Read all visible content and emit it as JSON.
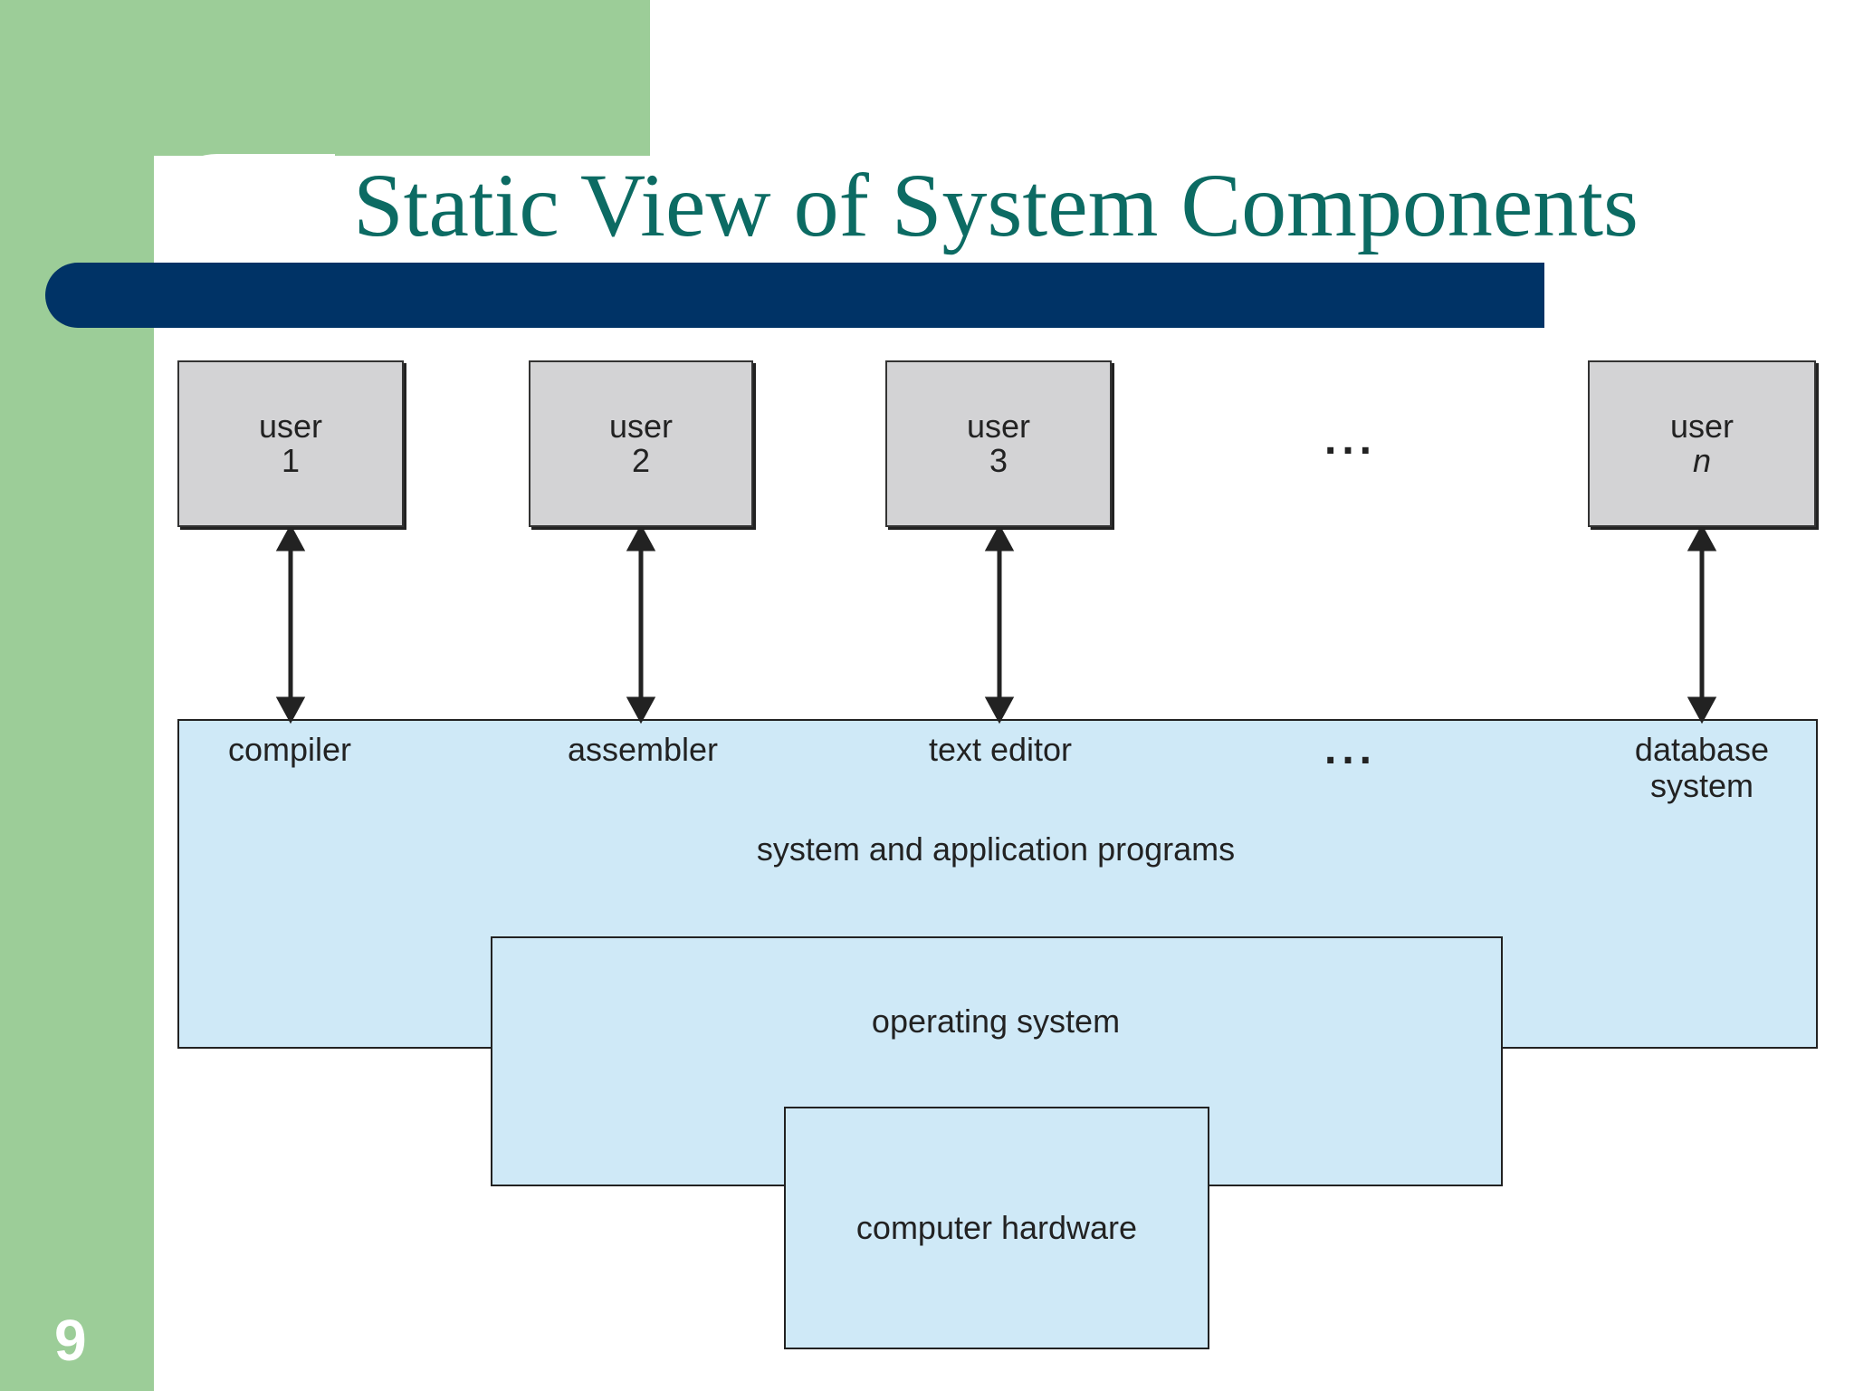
{
  "slide": {
    "title": "Static View of System Components",
    "number": "9"
  },
  "diagram": {
    "users": [
      {
        "label": "user",
        "index": "1"
      },
      {
        "label": "user",
        "index": "2"
      },
      {
        "label": "user",
        "index": "3"
      },
      {
        "label": "user",
        "index": "n"
      }
    ],
    "user_ellipsis": "...",
    "programs": [
      "compiler",
      "assembler",
      "text editor",
      "database system"
    ],
    "programs_ellipsis": "...",
    "layers": {
      "system_programs": "system and application programs",
      "operating_system": "operating system",
      "hardware": "computer hardware"
    }
  },
  "colors": {
    "green_panel": "#9ccd98",
    "title_bar": "#003366",
    "title_text": "#0c6b63",
    "layer_fill": "#cfe9f7",
    "user_box_fill": "#d3d3d5"
  }
}
